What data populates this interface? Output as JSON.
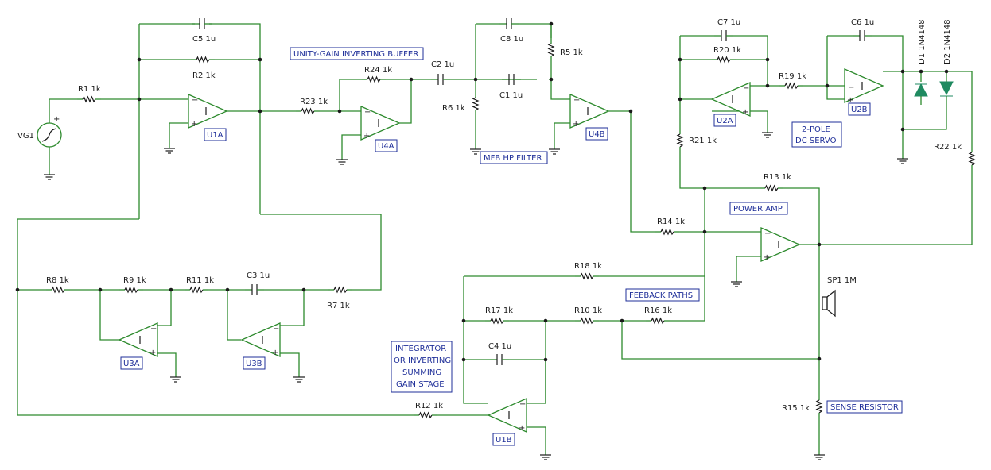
{
  "components": {
    "VG1": "VG1",
    "R1": "R1 1k",
    "C5": "C5 1u",
    "R2": "R2 1k",
    "U1A": "U1A",
    "R23": "R23 1k",
    "R24": "R24 1k",
    "U4A": "U4A",
    "C2": "C2 1u",
    "C8": "C8 1u",
    "C1": "C1 1u",
    "R5": "R5 1k",
    "R6": "R6 1k",
    "U4B": "U4B",
    "C7": "C7 1u",
    "R20": "R20 1k",
    "U2A": "U2A",
    "R19": "R19 1k",
    "C6": "C6 1u",
    "U2B": "U2B",
    "D1": "D1 1N4148",
    "D2": "D2 1N4148",
    "R21": "R21 1k",
    "R22": "R22 1k",
    "R13": "R13 1k",
    "R14": "R14 1k",
    "SP1": "SP1 1M",
    "R8": "R8 1k",
    "R9": "R9 1k",
    "R11": "R11 1k",
    "C3": "C3 1u",
    "R7": "R7 1k",
    "U3A": "U3A",
    "U3B": "U3B",
    "R18": "R18 1k",
    "R17": "R17 1k",
    "R10": "R10 1k",
    "R16": "R16 1k",
    "C4": "C4 1u",
    "R12": "R12 1k",
    "U1B": "U1B",
    "R15": "R15 1k"
  },
  "annotations": {
    "unity_gain": "UNITY-GAIN INVERTING BUFFER",
    "mfb": "MFB HP FILTER",
    "dc_servo_1": "2-POLE",
    "dc_servo_2": "DC SERVO",
    "power_amp": "POWER AMP",
    "feedback": "FEEBACK PATHS",
    "integrator_1": "INTEGRATOR",
    "integrator_2": "OR INVERTING",
    "integrator_3": "SUMMING",
    "integrator_4": "GAIN STAGE",
    "sense": "SENSE RESISTOR"
  },
  "symbols": {
    "minus": "−",
    "plus": "+",
    "one": "I"
  }
}
